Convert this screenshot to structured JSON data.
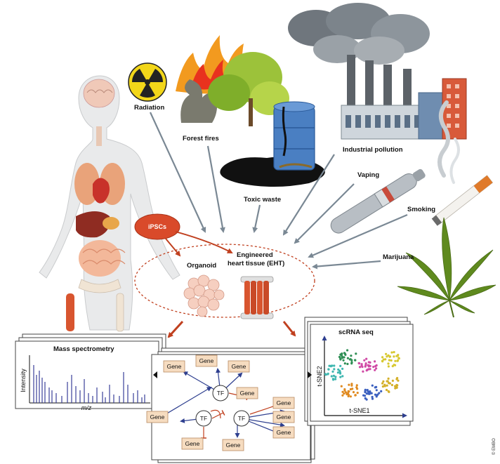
{
  "labels": {
    "radiation": "Radiation",
    "forest_fires": "Forest fires",
    "industrial_pollution": "Industrial pollution",
    "toxic_waste": "Toxic waste",
    "vaping": "Vaping",
    "smoking": "Smoking",
    "marijuana": "Marijuana",
    "ipscs": "iPSCs",
    "organoid": "Organoid",
    "eht_line1": "Engineered",
    "eht_line2": "heart tissue (EHT)"
  },
  "mass_spec": {
    "title": "Mass spectrometry",
    "ylabel": "Intensity",
    "xlabel": "m/z"
  },
  "grn": {
    "gene_label": "Gene",
    "tf_label": "TF"
  },
  "scrna": {
    "title": "scRNA seq",
    "xlabel": "t-SNE1",
    "ylabel": "t-SNE2"
  },
  "credit": "© EMBO",
  "colors": {
    "arrow_grey": "#7a8894",
    "arrow_red": "#c0401f",
    "gene_fill": "#f6dcc0",
    "body_fill": "#e9eaeb",
    "ipsc_fill": "#d94a2a",
    "spectrum_line": "#3a3f9a",
    "cluster_colors": [
      "#2f8f55",
      "#3fb7b0",
      "#d04aa5",
      "#d7c830",
      "#e08a20",
      "#3a5fbf",
      "#d4b02a"
    ]
  }
}
